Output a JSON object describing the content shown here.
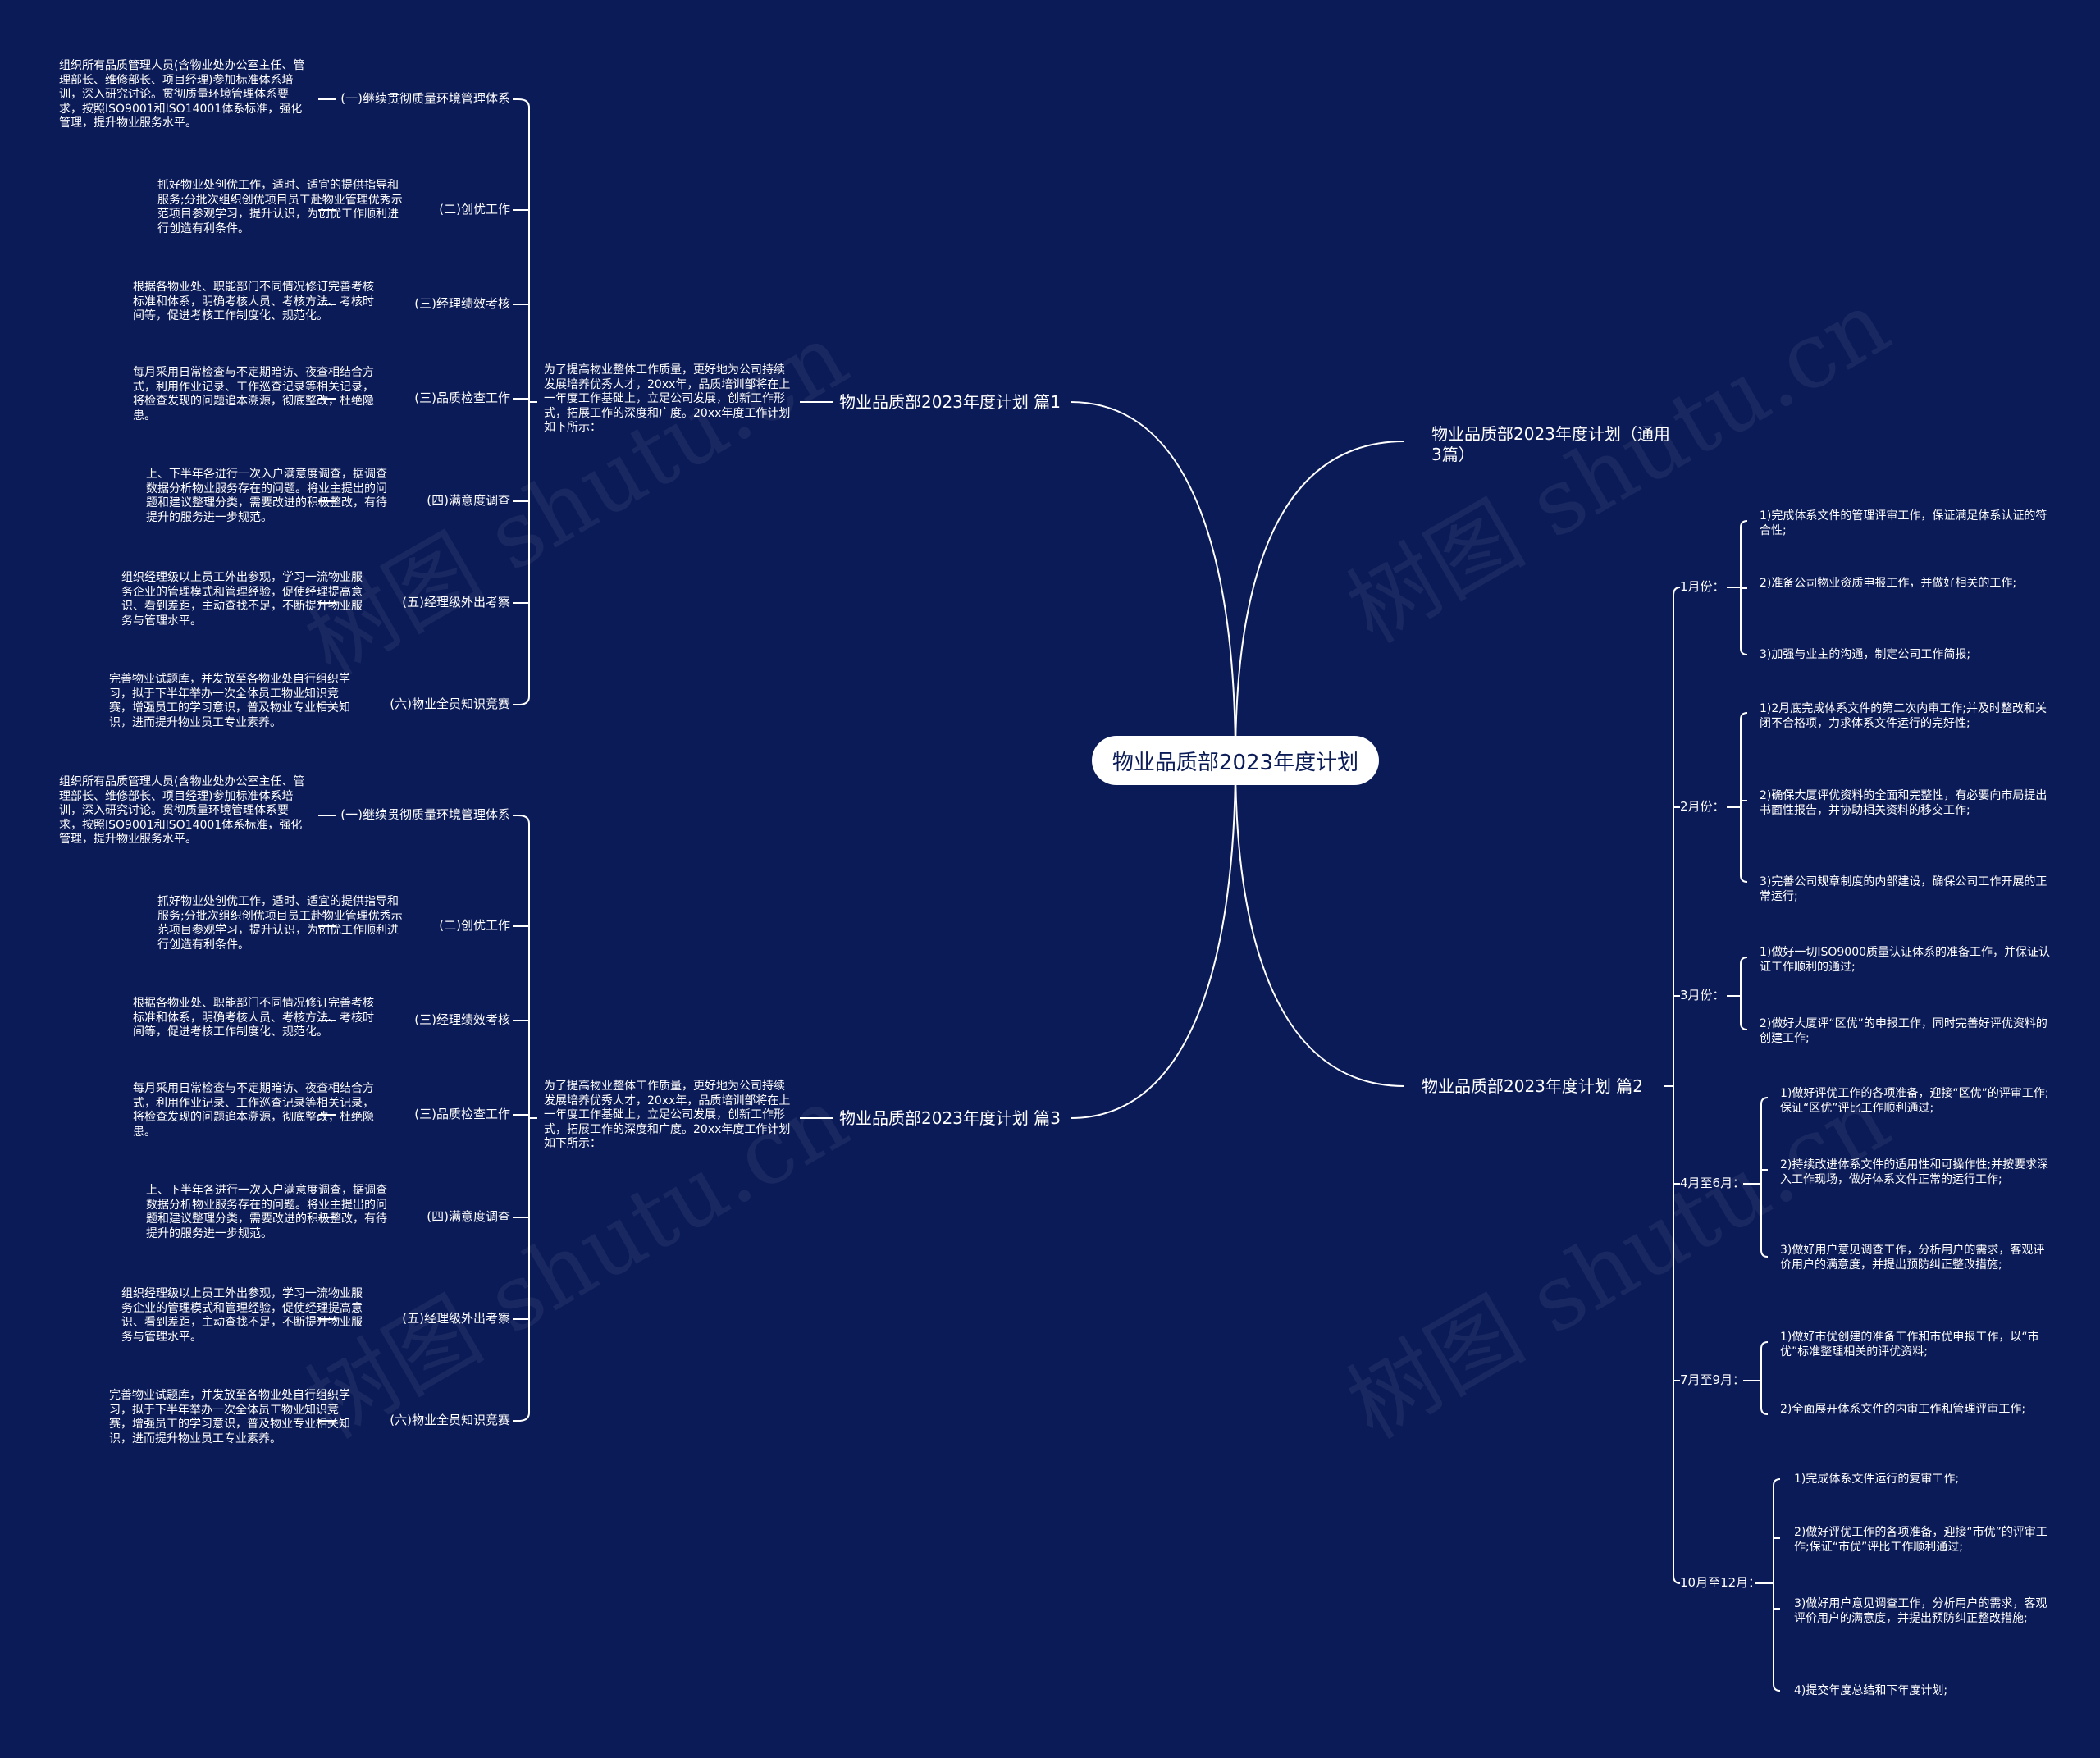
{
  "center": "物业品质部2023年度计划",
  "nodes": {
    "general": "物业品质部2023年度计划（通用3篇）",
    "p1": "物业品质部2023年度计划 篇1",
    "p2": "物业品质部2023年度计划 篇2",
    "p3": "物业品质部2023年度计划 篇3"
  },
  "intro": "为了提高物业整体工作质量，更好地为公司持续发展培养优秀人才，20xx年，品质培训部将在上一年度工作基础上，立足公司发展，创新工作形式，拓展工作的深度和广度。20xx年度工作计划如下所示：",
  "sections": [
    {
      "label": "(一)继续贯彻质量环境管理体系",
      "desc": "组织所有品质管理人员(含物业处办公室主任、管理部长、维修部长、项目经理)参加标准体系培训，深入研究讨论。贯彻质量环境管理体系要求，按照ISO9001和ISO14001体系标准，强化管理，提升物业服务水平。"
    },
    {
      "label": "(二)创优工作",
      "desc": "抓好物业处创优工作，适时、适宜的提供指导和服务;分批次组织创优项目员工赴物业管理优秀示范项目参观学习，提升认识，为创优工作顺利进行创造有利条件。"
    },
    {
      "label": "(三)经理绩效考核",
      "desc": "根据各物业处、职能部门不同情况修订完善考核标准和体系，明确考核人员、考核方法、考核时间等，促进考核工作制度化、规范化。"
    },
    {
      "label": "(三)品质检查工作",
      "desc": "每月采用日常检查与不定期暗访、夜查相结合方式，利用作业记录、工作巡查记录等相关记录，将检查发现的问题追本溯源，彻底整改，杜绝隐患。"
    },
    {
      "label": "(四)满意度调查",
      "desc": "上、下半年各进行一次入户满意度调查，据调查数据分析物业服务存在的问题。将业主提出的问题和建议整理分类，需要改进的积极整改，有待提升的服务进一步规范。"
    },
    {
      "label": "(五)经理级外出考察",
      "desc": "组织经理级以上员工外出参观，学习一流物业服务企业的管理模式和管理经验，促使经理提高意识、看到差距，主动查找不足，不断提升物业服务与管理水平。"
    },
    {
      "label": "(六)物业全员知识竞赛",
      "desc": "完善物业试题库，并发放至各物业处自行组织学习，拟于下半年举办一次全体员工物业知识竞赛，增强员工的学习意识，普及物业专业相关知识，进而提升物业员工专业素养。"
    }
  ],
  "months": [
    {
      "label": "1月份：",
      "tasks": [
        "1)完成体系文件的管理评审工作，保证满足体系认证的符合性;",
        "2)准备公司物业资质申报工作，并做好相关的工作;",
        "3)加强与业主的沟通，制定公司工作简报;"
      ]
    },
    {
      "label": "2月份：",
      "tasks": [
        "1)2月底完成体系文件的第二次内审工作;并及时整改和关闭不合格项，力求体系文件运行的完好性;",
        "2)确保大厦评优资料的全面和完整性，有必要向市局提出书面性报告，并协助相关资料的移交工作;",
        "3)完善公司规章制度的内部建设，确保公司工作开展的正常运行;"
      ]
    },
    {
      "label": "3月份：",
      "tasks": [
        "1)做好一切ISO9000质量认证体系的准备工作，并保证认证工作顺利的通过;",
        "2)做好大厦评“区优”的申报工作，同时完善好评优资料的创建工作;"
      ]
    },
    {
      "label": "4月至6月：",
      "tasks": [
        "1)做好评优工作的各项准备，迎接“区优”的评审工作;保证“区优”评比工作顺利通过;",
        "2)持续改进体系文件的适用性和可操作性;并按要求深入工作现场，做好体系文件正常的运行工作;",
        "3)做好用户意见调查工作，分析用户的需求，客观评价用户的满意度，并提出预防纠正整改措施;"
      ]
    },
    {
      "label": "7月至9月：",
      "tasks": [
        "1)做好市优创建的准备工作和市优申报工作，以“市优”标准整理相关的评优资料;",
        "2)全面展开体系文件的内审工作和管理评审工作;"
      ]
    },
    {
      "label": "10月至12月：",
      "tasks": [
        "1)完成体系文件运行的复审工作;",
        "2)做好评优工作的各项准备，迎接“市优”的评审工作;保证“市优”评比工作顺利通过;",
        "3)做好用户意见调查工作，分析用户的需求，客观评价用户的满意度，并提出预防纠正整改措施;",
        "4)提交年度总结和下年度计划;"
      ]
    }
  ],
  "watermark": "树图 shutu.cn"
}
